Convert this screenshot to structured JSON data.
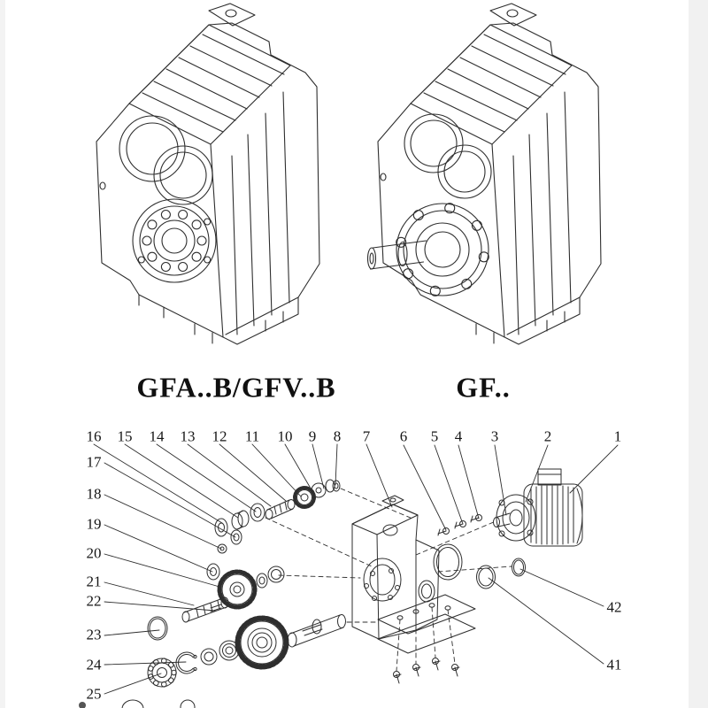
{
  "models": {
    "left": {
      "label": "GFA..B/GFV..B"
    },
    "right": {
      "label": "GF.."
    }
  },
  "exploded_view": {
    "callouts_top": [
      "16",
      "15",
      "14",
      "13",
      "12",
      "11",
      "10",
      "9",
      "8",
      "7",
      "6",
      "5",
      "4",
      "3",
      "2",
      "1"
    ],
    "callouts_left": [
      "17",
      "18",
      "19",
      "20",
      "21",
      "22",
      "23",
      "24",
      "25"
    ],
    "callouts_right": [
      "42",
      "41"
    ]
  },
  "colors": {
    "line": "#2e2e2e",
    "text": "#151515",
    "background": "#ffffff"
  }
}
